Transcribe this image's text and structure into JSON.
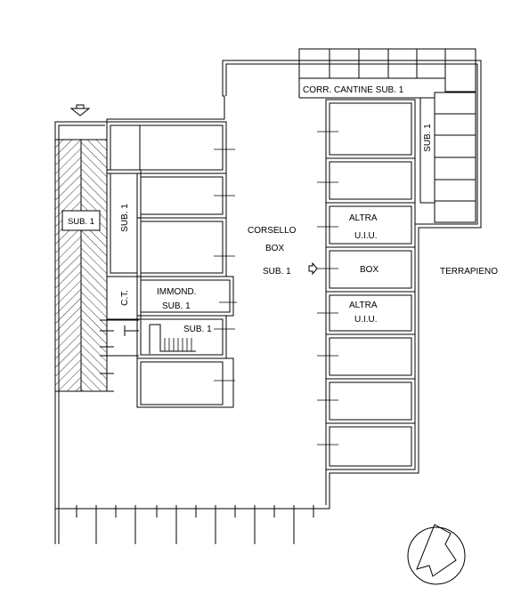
{
  "labels": {
    "corr_cantine": "CORR. CANTINE SUB. 1",
    "sub1_right": "SUB. 1",
    "sub1_hatched": "SUB. 1",
    "sub1_vertical": "SUB. 1",
    "ct": "C.T.",
    "immond_line1": "IMMOND.",
    "immond_line2": "SUB. 1",
    "sub1_stairs": "SUB. 1",
    "corsello_line1": "CORSELLO",
    "corsello_line2": "BOX",
    "corsello_line3": "SUB. 1",
    "altra1_line1": "ALTRA",
    "altra1_line2": "U.I.U.",
    "box": "BOX",
    "altra2_line1": "ALTRA",
    "altra2_line2": "U.I.U.",
    "terrapieno": "TERRAPIENO"
  },
  "icons": {
    "entry_arrow": "down-arrow-icon",
    "box_arrow": "right-arrow-icon",
    "north": "north-arrow-icon"
  }
}
